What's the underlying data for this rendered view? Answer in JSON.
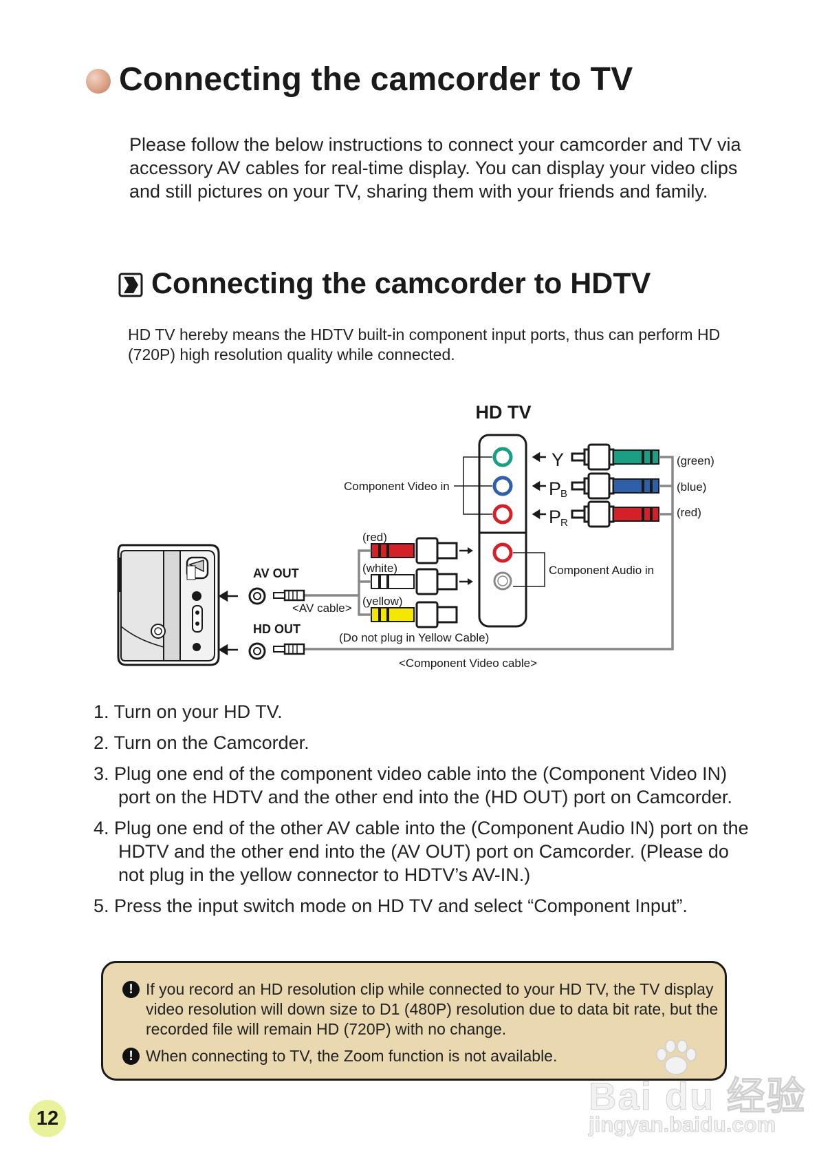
{
  "heading": "Connecting the camcorder to TV",
  "intro": "Please follow the below instructions to connect your camcorder and TV via accessory AV cables for real-time display. You can display your video clips and still pictures on your TV, sharing them with your friends and family.",
  "subheading": "Connecting the camcorder to HDTV",
  "hdtv_description": "HD TV hereby means the HDTV built-in component input ports, thus can perform HD (720P) high resolution quality while connected.",
  "diagram": {
    "title": "HD TV",
    "component_video_in": "Component Video in",
    "component_audio_in": "Component Audio in",
    "av_out": "AV OUT",
    "hd_out": "HD OUT",
    "av_cable": "<AV cable>",
    "component_video_cable": "<Component Video cable>",
    "do_not_plug": "(Do not plug in Yellow Cable)",
    "y_label": "Y",
    "pb_label": "P",
    "pb_sub": "B",
    "pr_label": "P",
    "pr_sub": "R",
    "green": "(green)",
    "blue": "(blue)",
    "red_video": "(red)",
    "red_audio": "(red)",
    "white": "(white)",
    "yellow": "(yellow)",
    "colors": {
      "green": "#1a9e84",
      "blue": "#2f5fa8",
      "red": "#d42028",
      "white": "#ffffff",
      "yellow": "#f5e800"
    }
  },
  "steps": [
    "1. Turn on your HD TV.",
    "2. Turn on the Camcorder.",
    "3. Plug one end of the component video cable into the (Component Video IN) port on the HDTV and the other end into the (HD OUT) port on Camcorder.",
    "4. Plug one end of the other AV cable into the (Component Audio IN) port on the HDTV and the other end into the (AV OUT) port on Camcorder. (Please do not plug in the yellow connector to HDTV’s AV-IN.)",
    "5. Press the input switch mode on HD TV and select “Component Input”."
  ],
  "notes": [
    "If you record an HD resolution clip while connected to your HD TV, the TV display video resolution will down size to D1 (480P) resolution due to data bit rate, but the recorded file will remain HD (720P) with no change.",
    "When connecting to TV, the Zoom function is not available."
  ],
  "note_icon": "!",
  "page_number": "12",
  "watermark": {
    "brand": "Bai du 经验",
    "url": "jingyan.baidu.com"
  }
}
